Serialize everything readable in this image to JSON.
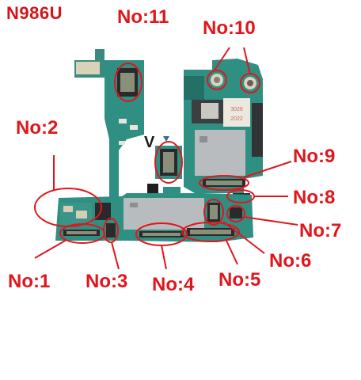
{
  "title": "N986U",
  "callouts": [
    {
      "id": "no1",
      "label": "No:1"
    },
    {
      "id": "no2",
      "label": "No:2"
    },
    {
      "id": "no3",
      "label": "No:3"
    },
    {
      "id": "no4",
      "label": "No:4"
    },
    {
      "id": "no5",
      "label": "No:5"
    },
    {
      "id": "no6",
      "label": "No:6"
    },
    {
      "id": "no7",
      "label": "No:7"
    },
    {
      "id": "no8",
      "label": "No:8"
    },
    {
      "id": "no9",
      "label": "No:9"
    },
    {
      "id": "no10",
      "label": "No:10"
    },
    {
      "id": "no11",
      "label": "No:11"
    }
  ],
  "board_marks": {
    "stamp_line1": "3026",
    "stamp_line2": "2022",
    "silkscreen_letter": "V"
  },
  "colors": {
    "annotation": "#e0161c",
    "board": "#2f8f82",
    "shield": "#b8bcbf"
  }
}
